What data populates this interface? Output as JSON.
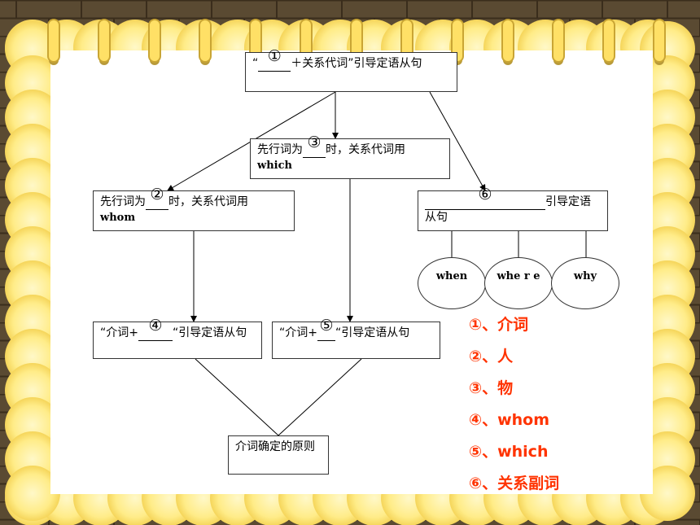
{
  "colors": {
    "wall": "#5a4a32",
    "brick_line": "#3a2d1c",
    "frame": "#ffe87a",
    "paper": "#ffffff",
    "answer": "#ff3300",
    "ring": "#e8c84a"
  },
  "nodes": {
    "top": {
      "pre": "“",
      "num": "①",
      "post": "＋关系代词”引导定语从句"
    },
    "person": {
      "pre": "先行词为",
      "num": "②",
      "post": "时，关系代词用",
      "en": "whom"
    },
    "thing": {
      "pre": "先行词为",
      "num": "③",
      "post": "时，关系代词用",
      "en": "which"
    },
    "adverb": {
      "num": "⑥",
      "post": "引导定语从句"
    },
    "prep_whom": {
      "pre": "“介词+",
      "num": "④",
      "post": "“引导定语从句"
    },
    "prep_which": {
      "pre": "“介词+",
      "num": "⑤",
      "post": "“引导定语从句"
    },
    "principle": {
      "text": "介词确定的原则"
    }
  },
  "ellipses": [
    "when",
    "whe r e",
    "why"
  ],
  "answers": [
    "①、介词",
    "②、人",
    "③、物",
    "④、whom",
    "⑤、which",
    "⑥、关系副词"
  ]
}
